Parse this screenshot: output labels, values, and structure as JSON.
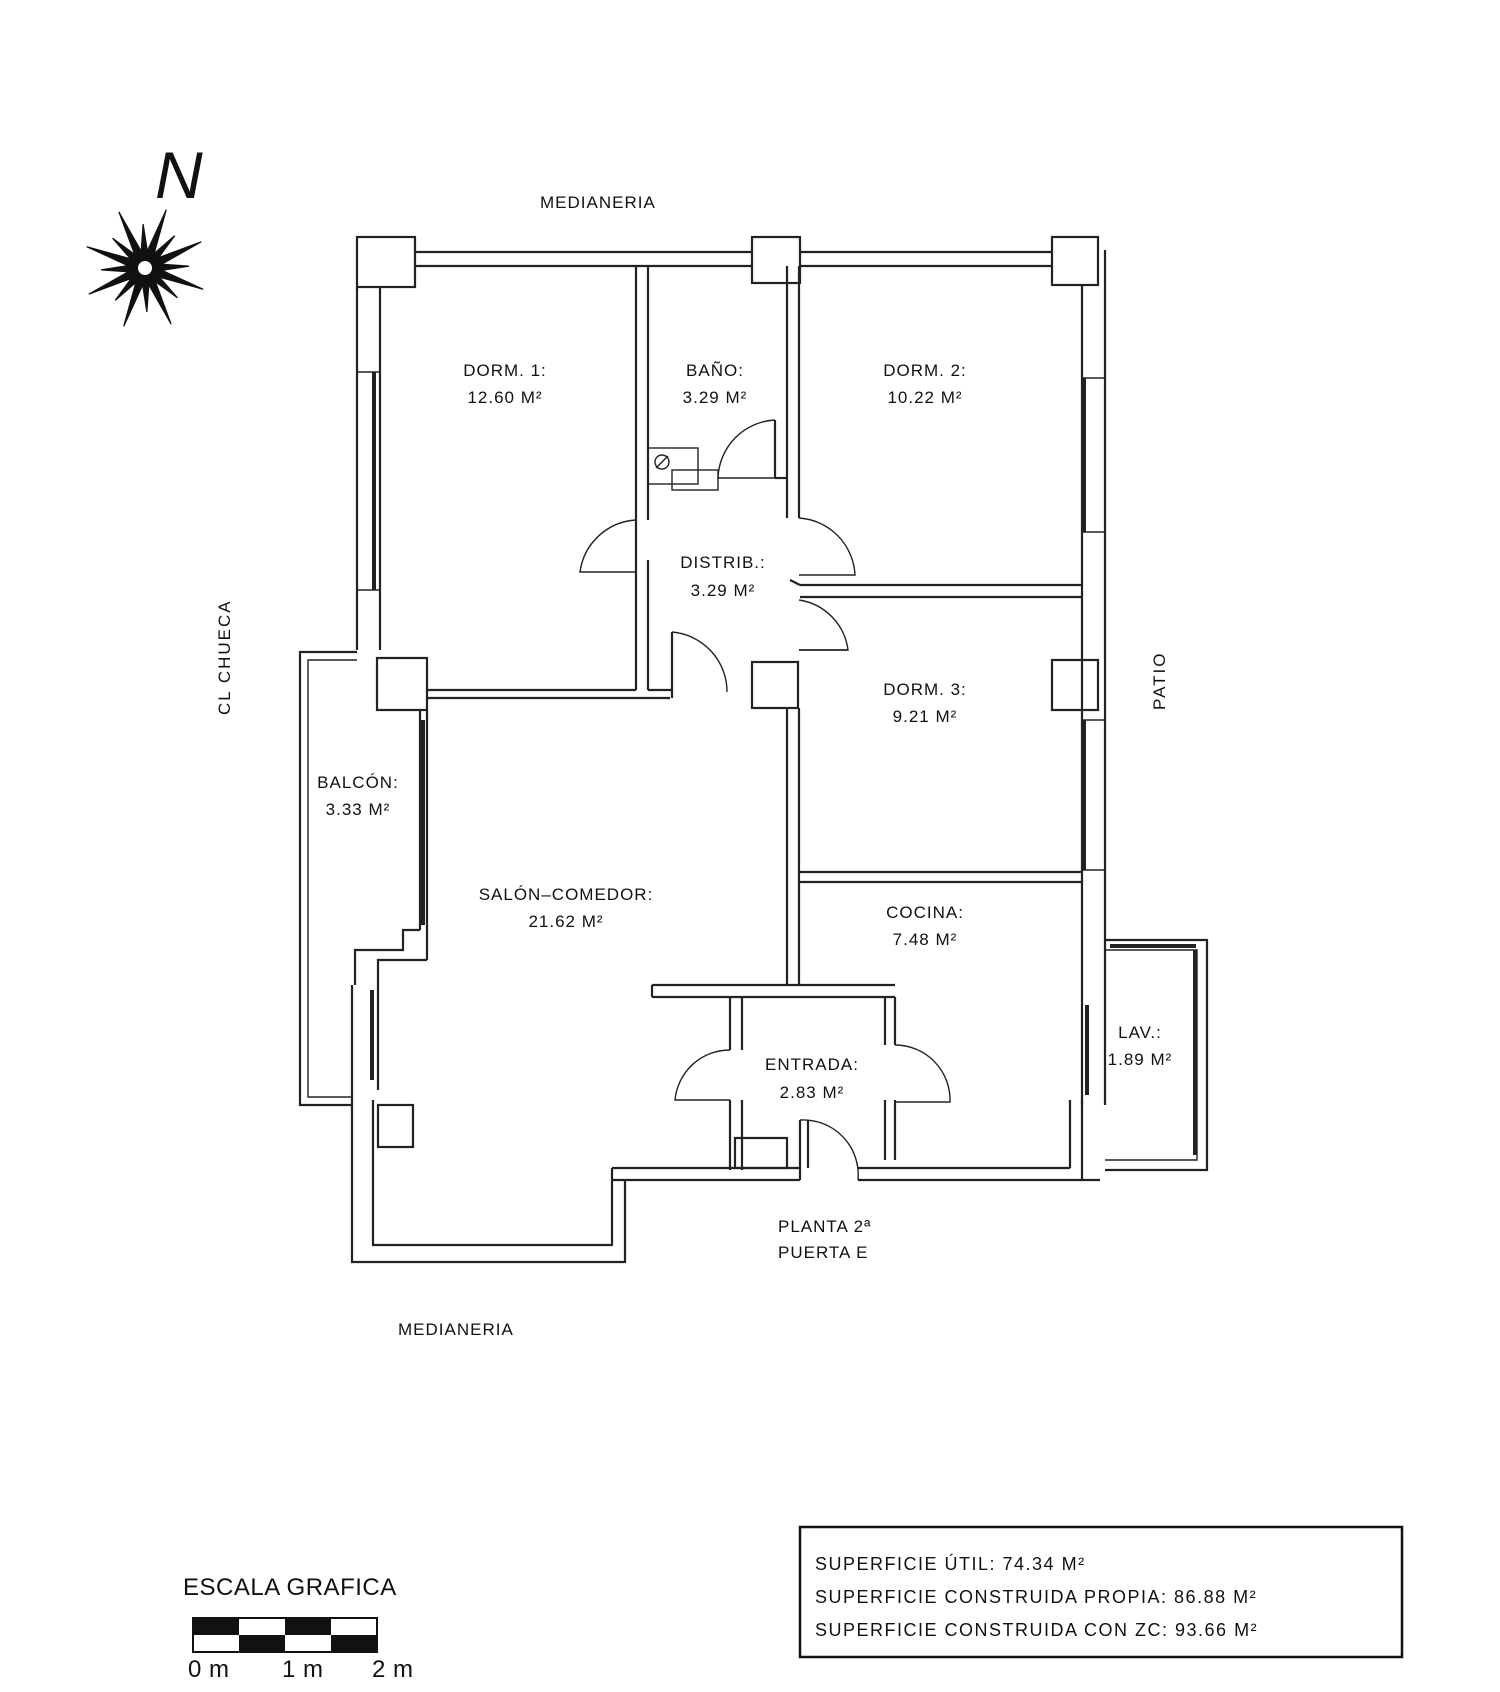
{
  "north_label": "N",
  "surroundings": {
    "top": "MEDIANERIA",
    "bottom": "MEDIANERIA",
    "left": "CL CHUECA",
    "right": "PATIO"
  },
  "rooms": [
    {
      "id": "dorm1",
      "name": "DORM. 1:",
      "area": "12.60 M²"
    },
    {
      "id": "bano",
      "name": "BAÑO:",
      "area": "3.29 M²"
    },
    {
      "id": "dorm2",
      "name": "DORM. 2:",
      "area": "10.22 M²"
    },
    {
      "id": "distrib",
      "name": "DISTRIB.:",
      "area": "3.29 M²"
    },
    {
      "id": "dorm3",
      "name": "DORM. 3:",
      "area": "9.21 M²"
    },
    {
      "id": "balcon",
      "name": "BALCÓN:",
      "area": "3.33 M²"
    },
    {
      "id": "salon",
      "name": "SALÓN–COMEDOR:",
      "area": "21.62 M²"
    },
    {
      "id": "cocina",
      "name": "COCINA:",
      "area": "7.48 M²"
    },
    {
      "id": "entrada",
      "name": "ENTRADA:",
      "area": "2.83 M²"
    },
    {
      "id": "lav",
      "name": "LAV.:",
      "area": "1.89 M²"
    }
  ],
  "location": {
    "floor": "PLANTA 2ª",
    "door": "PUERTA E"
  },
  "scale": {
    "title": "ESCALA GRAFICA",
    "ticks": [
      "0 m",
      "1 m",
      "2 m"
    ]
  },
  "summary": [
    "SUPERFICIE ÚTIL: 74.34 M²",
    "SUPERFICIE CONSTRUIDA PROPIA: 86.88 M²",
    "SUPERFICIE CONSTRUIDA CON ZC: 93.66 M²"
  ]
}
